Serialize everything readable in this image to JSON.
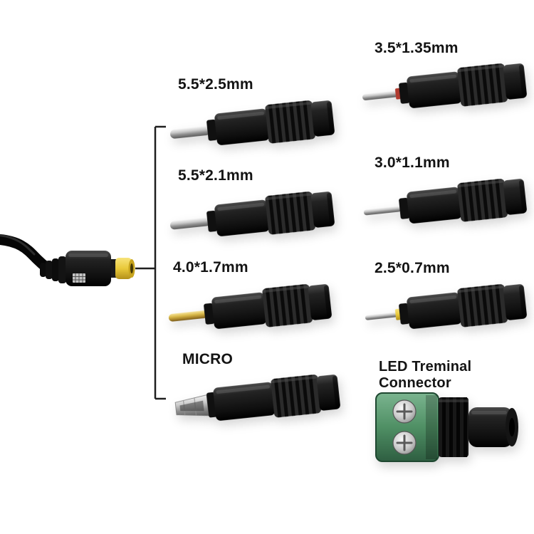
{
  "adapters": {
    "a1": {
      "label": "5.5*2.5mm",
      "tip": "barrel-pin-silver"
    },
    "a2": {
      "label": "5.5*2.1mm",
      "tip": "barrel-pin-silver"
    },
    "a3": {
      "label": "4.0*1.7mm",
      "tip": "barrel-pin-brass"
    },
    "a4": {
      "label": "MICRO",
      "tip": "micro-usb-shell"
    },
    "a5": {
      "label": "3.5*1.35mm",
      "tip": "barrel-pin-silver-red-ring"
    },
    "a6": {
      "label": "3.0*1.1mm",
      "tip": "barrel-pin-silver-thin"
    },
    "a7": {
      "label": "2.5*0.7mm",
      "tip": "barrel-pin-silver-yellow-ring"
    },
    "a8": {
      "label_line1": "LED Treminal",
      "label_line2": "Connector",
      "tip": "green-screw-terminal"
    }
  },
  "colors": {
    "background": "#ffffff",
    "plug_tip_yellow": "#e9c93a",
    "brass_pin": "#d9b94a",
    "red_ring": "#b03a2e",
    "terminal_green": "#4f8f64",
    "body_black": "#111111",
    "line_black": "#1f1f1f"
  }
}
